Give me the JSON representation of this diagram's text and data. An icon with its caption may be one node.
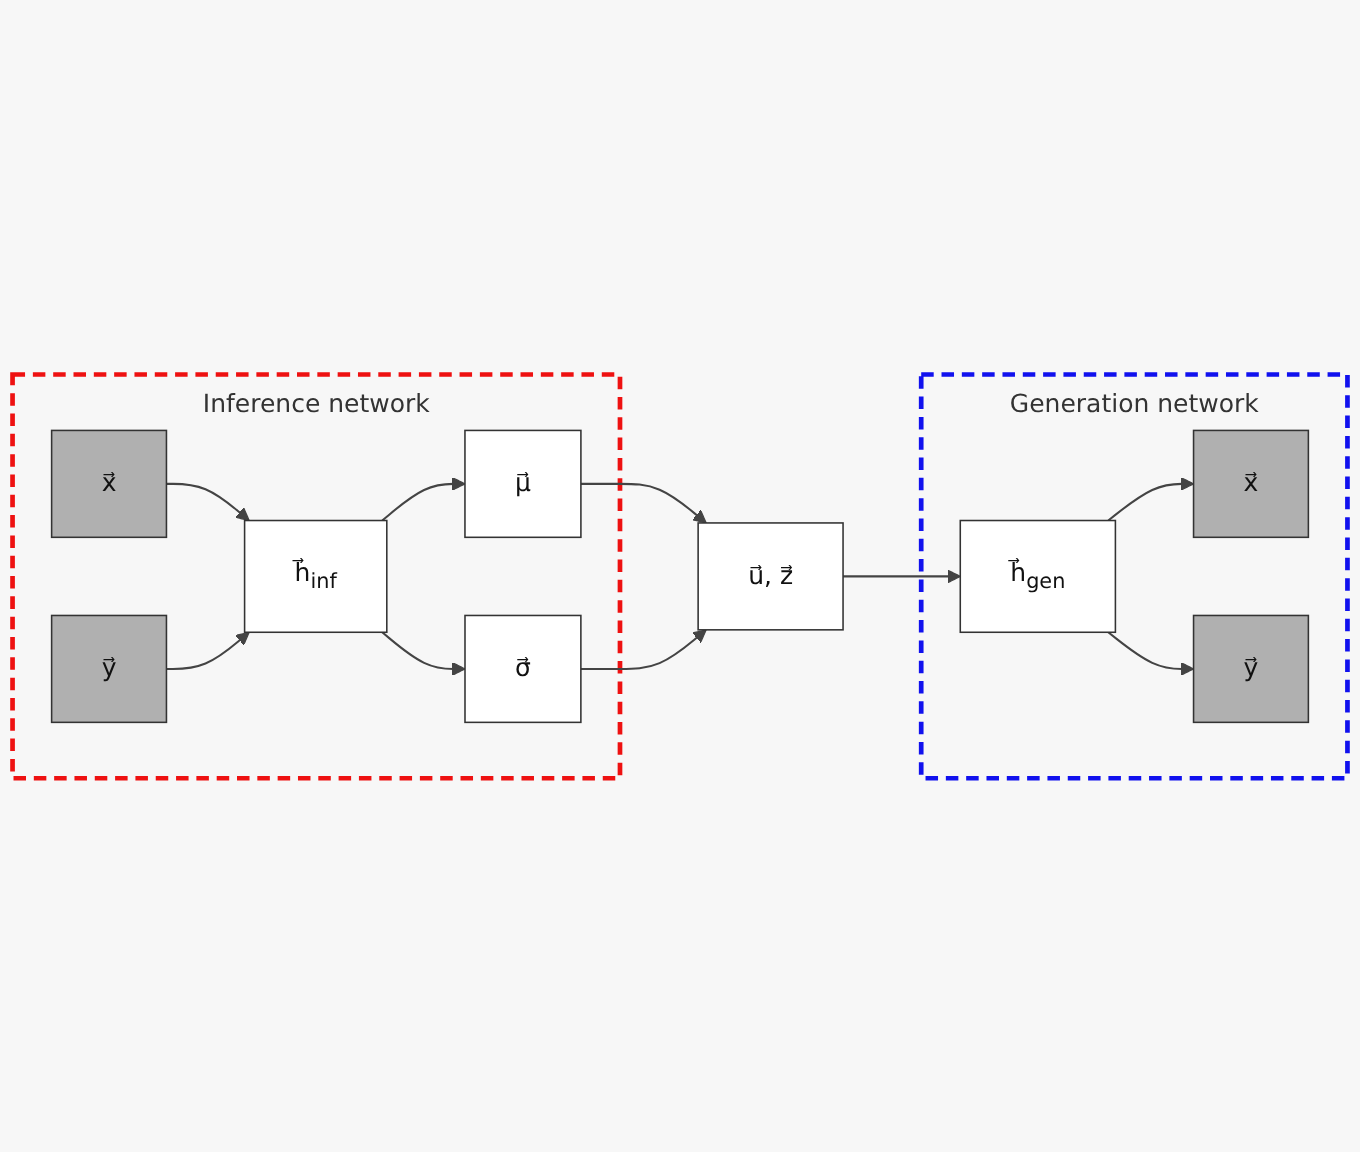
{
  "diagram": {
    "nodes": [
      {
        "text": [
          "Inference network"
        ]
      },
      {
        "text": [
          "Generation network"
        ]
      },
      {
        "text": [
          "x⃗"
        ],
        "in": 0
      },
      {
        "text": [
          "y⃗"
        ],
        "in": 0
      },
      {
        "text": [
          "h⃗$_{inf}$"
        ],
        "in": 0
      },
      {
        "text": [
          "μ⃗"
        ],
        "in": 0
      },
      {
        "text": [
          "σ⃗"
        ],
        "in": 0
      },
      {
        "text": [
          "u⃗, z⃗"
        ]
      },
      {
        "text": [
          "h⃗$_{gen}$"
        ],
        "in": 1
      },
      {
        "text": [
          "x⃗"
        ],
        "in": 1
      },
      {
        "text": [
          "y⃗"
        ],
        "in": 1
      }
    ],
    "edges": [
      {
        "from": 2,
        "to": 4,
        "arrow": "to"
      },
      {
        "from": 3,
        "to": 4,
        "arrow": "to"
      },
      {
        "from": 4,
        "to": 5,
        "arrow": "to"
      },
      {
        "from": 4,
        "to": 6,
        "arrow": "to"
      },
      {
        "from": 5,
        "to": 7,
        "arrow": "to"
      },
      {
        "from": 6,
        "to": 7,
        "arrow": "to"
      },
      {
        "from": 7,
        "to": 8,
        "arrow": "to"
      },
      {
        "from": 8,
        "to": 9,
        "arrow": "to"
      },
      {
        "from": 8,
        "to": 10,
        "arrow": "to"
      }
    ]
  }
}
